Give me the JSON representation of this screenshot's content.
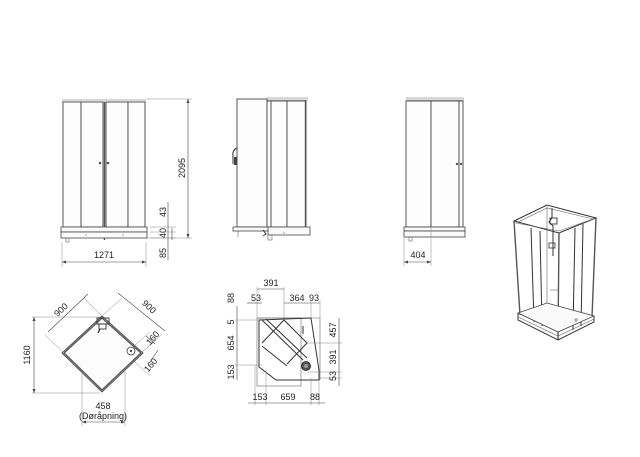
{
  "drawing": {
    "front_view": {
      "width_label": "1271",
      "height_label": "2095",
      "sub_labels": [
        "43",
        "40",
        "85"
      ]
    },
    "side_view": {
      "labels": []
    },
    "end_view": {
      "depth_label": "404"
    },
    "plan_view_diamond": {
      "side_a_label": "900",
      "side_b_label": "900",
      "height_label": "1160",
      "offset_labels": [
        "160",
        "160"
      ],
      "door_opening_value": "458",
      "door_opening_caption": "(Døråpning)"
    },
    "plan_view_tray": {
      "top_labels": [
        "391",
        "53",
        "364",
        "93"
      ],
      "left_top_label": "88",
      "left_labels": [
        "5",
        "654",
        "153"
      ],
      "right_labels": [
        "457",
        "391",
        "53"
      ],
      "bottom_labels": [
        "153",
        "659",
        "88"
      ]
    },
    "iso_view": {
      "caption": ""
    },
    "colors": {
      "line": "#333333",
      "background": "#ffffff"
    }
  }
}
